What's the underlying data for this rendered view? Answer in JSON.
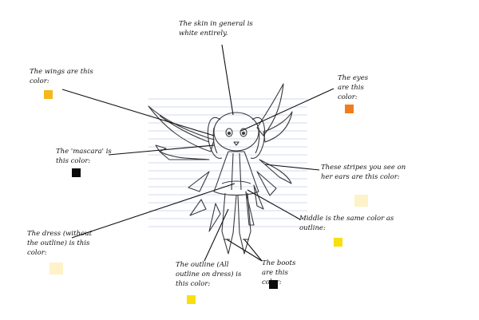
{
  "annotations": {
    "skin": {
      "text": "The skin in general is white entirely."
    },
    "wings": {
      "text": "The wings are this color:",
      "swatch": "#f5b91b"
    },
    "eyes": {
      "text": "The eyes are this color:",
      "swatch": "#f07d1b"
    },
    "mascara": {
      "text": "The 'mascara' is this color:",
      "swatch": "#0a0a0a"
    },
    "ear_stripes": {
      "text": "These stripes you see on her ears are this color:",
      "swatch": "#fdf2c8"
    },
    "middle": {
      "text": "Middle is the same color as outline:",
      "swatch": "#f7df10"
    },
    "dress": {
      "text": "The dress (without the outline) is this color:",
      "swatch": "#fdf2c8"
    },
    "outline": {
      "text": "The outline (All outline on dress) is this color:",
      "swatch": "#f7df10"
    },
    "boots": {
      "text": "The boots are this color:",
      "swatch": "#0a0a0a"
    }
  },
  "colors": {
    "line": "#111111",
    "sketch": "#3a3a3a",
    "ruled": "#c8cde6"
  }
}
